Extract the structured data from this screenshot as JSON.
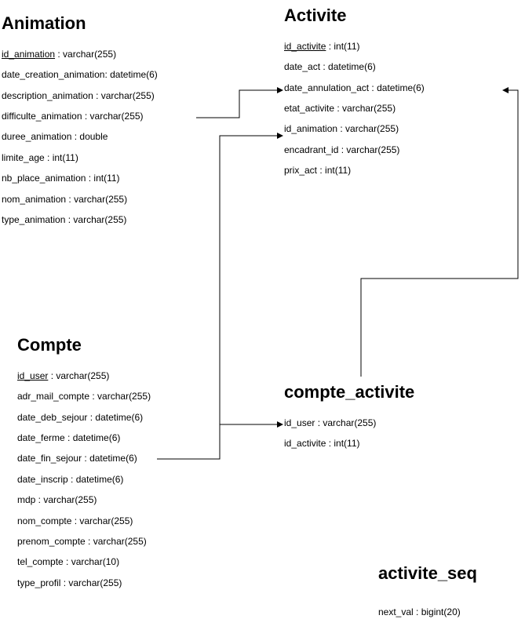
{
  "entities": {
    "animation": {
      "title": "Animation",
      "fields": [
        {
          "name": "id_animation",
          "type": " : varchar(255)",
          "pk": true
        },
        {
          "name": "date_creation_animation",
          "type": ": datetime(6)"
        },
        {
          "name": "description_animation",
          "type": " : varchar(255)"
        },
        {
          "name": "difficulte_animation",
          "type": " : varchar(255)"
        },
        {
          "name": "duree_animation",
          "type": " : double"
        },
        {
          "name": "limite_age",
          "type": " : int(11)"
        },
        {
          "name": "nb_place_animation",
          "type": " : int(11)"
        },
        {
          "name": "nom_animation",
          "type": " : varchar(255)"
        },
        {
          "name": "type_animation",
          "type": " : varchar(255)"
        }
      ]
    },
    "activite": {
      "title": "Activite",
      "fields": [
        {
          "name": "id_activite",
          "type": " : int(11)",
          "pk": true
        },
        {
          "name": "date_act",
          "type": " : datetime(6)"
        },
        {
          "name": "date_annulation_act",
          "type": " : datetime(6)"
        },
        {
          "name": "etat_activite",
          "type": " : varchar(255)"
        },
        {
          "name": "id_animation",
          "type": " : varchar(255)"
        },
        {
          "name": "encadrant_id",
          "type": " : varchar(255)"
        },
        {
          "name": "prix_act",
          "type": " : int(11)"
        }
      ]
    },
    "compte": {
      "title": "Compte",
      "fields": [
        {
          "name": "id_user",
          "type": " : varchar(255)",
          "pk": true
        },
        {
          "name": "adr_mail_compte",
          "type": " : varchar(255)"
        },
        {
          "name": "date_deb_sejour",
          "type": " : datetime(6)"
        },
        {
          "name": "date_ferme",
          "type": " : datetime(6)"
        },
        {
          "name": "date_fin_sejour",
          "type": " : datetime(6)"
        },
        {
          "name": "date_inscrip",
          "type": " : datetime(6)"
        },
        {
          "name": "mdp",
          "type": " : varchar(255)"
        },
        {
          "name": "nom_compte",
          "type": " : varchar(255)"
        },
        {
          "name": "prenom_compte",
          "type": " : varchar(255)"
        },
        {
          "name": "tel_compte",
          "type": " : varchar(10)"
        },
        {
          "name": "type_profil",
          "type": " : varchar(255)"
        }
      ]
    },
    "compte_activite": {
      "title": "compte_activite",
      "fields": [
        {
          "name": "id_user",
          "type": " : varchar(255)"
        },
        {
          "name": "id_activite",
          "type": " : int(11)"
        }
      ]
    },
    "activite_seq": {
      "title": "activite_seq",
      "fields": [
        {
          "name": "next_val",
          "type": " : bigint(20)"
        }
      ]
    }
  },
  "line_color": "#000000"
}
